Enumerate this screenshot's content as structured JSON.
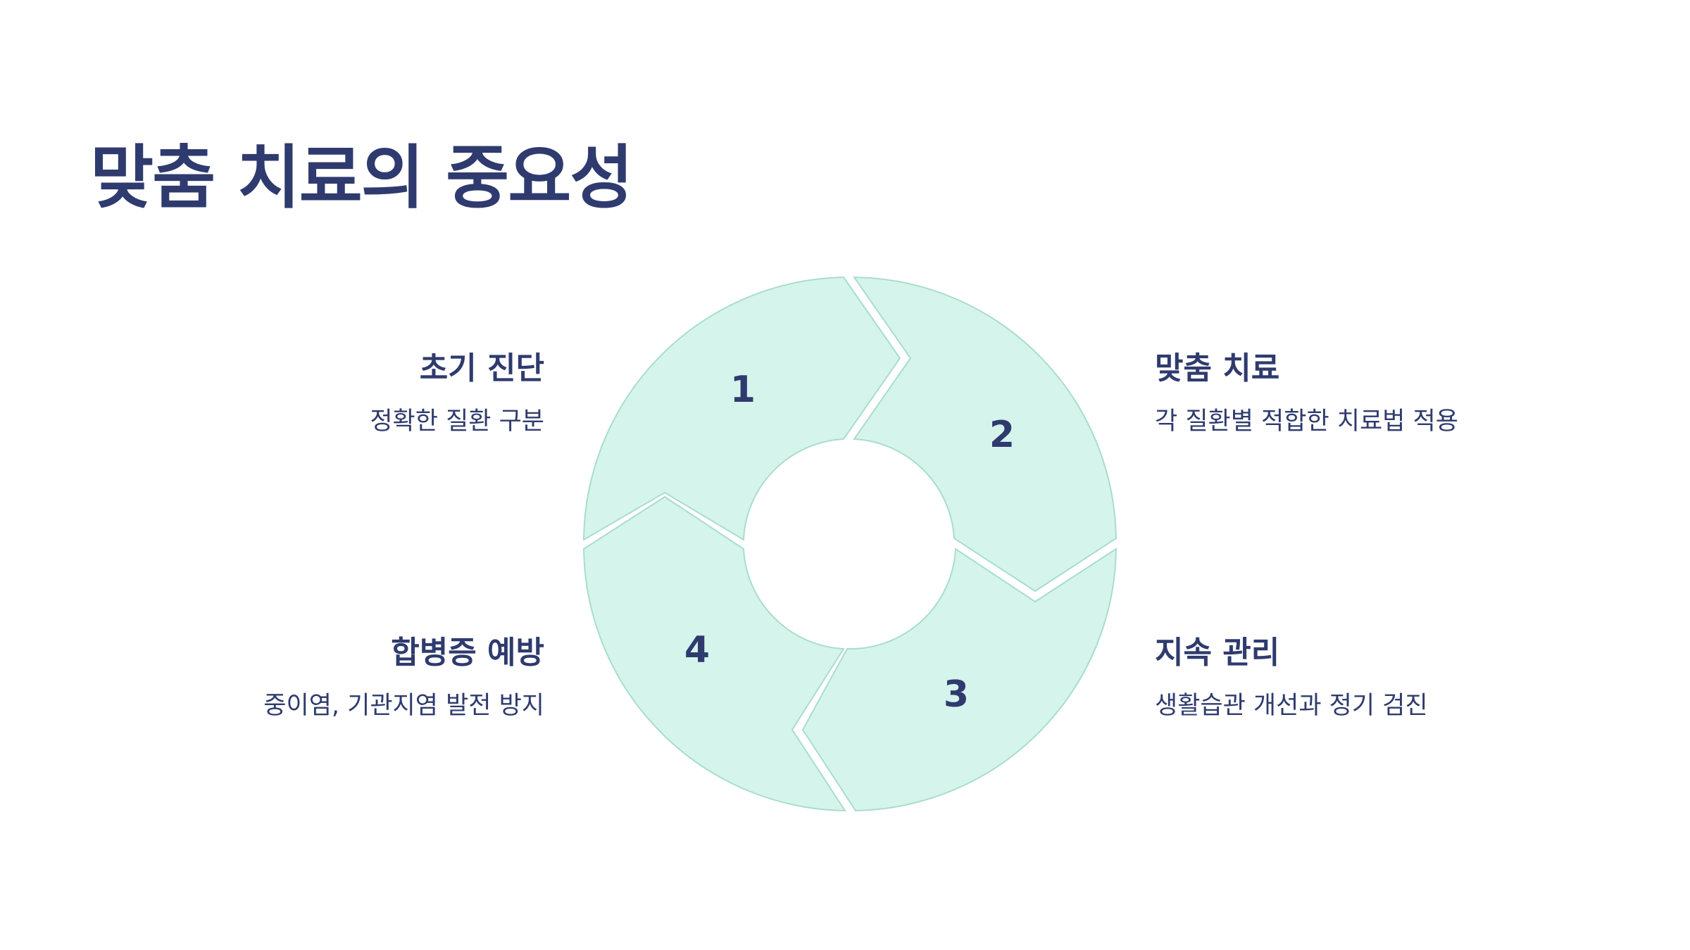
{
  "title": "맞춤 치료의 중요성",
  "colors": {
    "text": "#2f3b6e",
    "segment_fill": "#d5f4ec",
    "segment_stroke": "#a9ddcc",
    "background": "#ffffff"
  },
  "cycle": {
    "segments": [
      {
        "number": "1"
      },
      {
        "number": "2"
      },
      {
        "number": "3"
      },
      {
        "number": "4"
      }
    ]
  },
  "steps": [
    {
      "title": "초기 진단",
      "description": "정확한 질환 구분"
    },
    {
      "title": "맞춤 치료",
      "description": "각 질환별 적합한 치료법 적용"
    },
    {
      "title": "지속 관리",
      "description": "생활습관 개선과 정기 검진"
    },
    {
      "title": "합병증 예방",
      "description": "중이염, 기관지염 발전 방지"
    }
  ]
}
